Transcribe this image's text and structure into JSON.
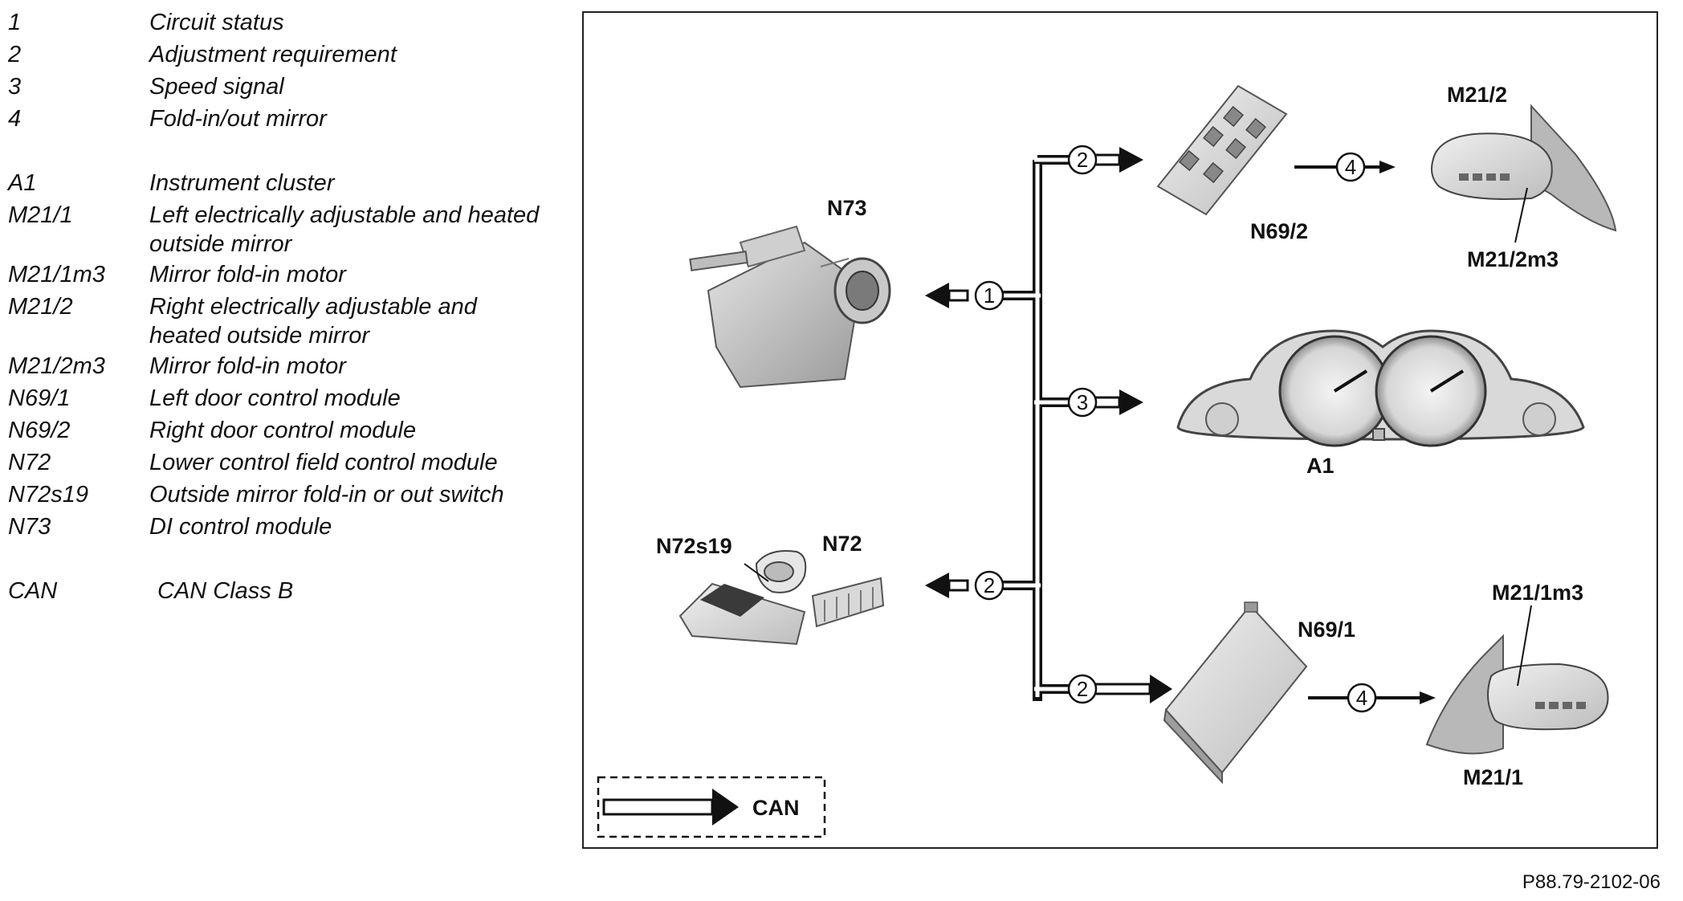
{
  "legend": {
    "signals": [
      {
        "code": "1",
        "desc": "Circuit status"
      },
      {
        "code": "2",
        "desc": "Adjustment requirement"
      },
      {
        "code": "3",
        "desc": "Speed signal"
      },
      {
        "code": "4",
        "desc": "Fold-in/out mirror"
      }
    ],
    "components": [
      {
        "code": "A1",
        "desc": "Instrument cluster"
      },
      {
        "code": "M21/1",
        "desc": "Left electrically adjustable and heated outside mirror"
      },
      {
        "code": "M21/1m3",
        "desc": "Mirror fold-in motor"
      },
      {
        "code": "M21/2",
        "desc": "Right electrically adjustable and heated outside mirror"
      },
      {
        "code": "M21/2m3",
        "desc": "Mirror fold-in motor"
      },
      {
        "code": "N69/1",
        "desc": "Left door control module"
      },
      {
        "code": "N69/2",
        "desc": "Right door control module"
      },
      {
        "code": "N72",
        "desc": "Lower control field control module"
      },
      {
        "code": "N72s19",
        "desc": "Outside mirror fold-in or out switch"
      },
      {
        "code": "N73",
        "desc": "DI control module"
      }
    ],
    "bus": {
      "code": "CAN",
      "desc": "CAN Class B"
    }
  },
  "diagram": {
    "labels": {
      "n73": "N73",
      "n72s19": "N72s19",
      "n72": "N72",
      "n69_2": "N69/2",
      "m21_2": "M21/2",
      "m21_2m3": "M21/2m3",
      "a1": "A1",
      "n69_1": "N69/1",
      "m21_1m3": "M21/1m3",
      "m21_1": "M21/1"
    },
    "signal_numbers": {
      "to_n73": "1",
      "to_n72": "2",
      "to_n69_2": "2",
      "to_a1": "3",
      "to_n69_1": "2",
      "n69_2_to_mirror": "4",
      "n69_1_to_mirror": "4"
    },
    "can_legend": "CAN"
  },
  "figure_code": "P88.79-2102-06"
}
